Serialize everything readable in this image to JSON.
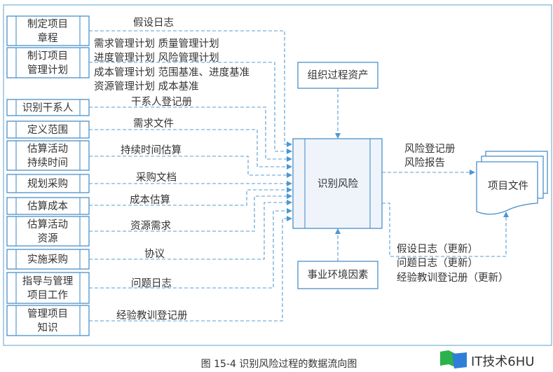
{
  "inputs": [
    {
      "process": [
        "制定项目",
        "章程"
      ],
      "label": [
        "假设日志"
      ]
    },
    {
      "process": [
        "制订项目",
        "管理计划"
      ],
      "label": [
        "需求管理计划 质量管理计划",
        "进度管理计划 风险管理计划",
        "成本管理计划 范围基准、进度基准",
        "资源管理计划 成本基准"
      ]
    },
    {
      "process": [
        "识别干系人"
      ],
      "label": [
        "干系人登记册"
      ]
    },
    {
      "process": [
        "定义范围"
      ],
      "label": [
        "需求文件"
      ]
    },
    {
      "process": [
        "估算活动",
        "持续时间"
      ],
      "label": [
        "持续时间估算"
      ]
    },
    {
      "process": [
        "规划采购"
      ],
      "label": [
        "采购文档"
      ]
    },
    {
      "process": [
        "估算成本"
      ],
      "label": [
        "成本估算"
      ]
    },
    {
      "process": [
        "估算活动",
        "资源"
      ],
      "label": [
        "资源需求"
      ]
    },
    {
      "process": [
        "实施采购"
      ],
      "label": [
        "协议"
      ]
    },
    {
      "process": [
        "指导与管理",
        "项目工作"
      ],
      "label": [
        "问题日志"
      ]
    },
    {
      "process": [
        "管理项目",
        "知识"
      ],
      "label": [
        "经验教训登记册"
      ]
    }
  ],
  "center": {
    "label": "识别风险"
  },
  "top_box": {
    "label": "组织过程资产"
  },
  "bottom_box": {
    "label": "事业环境因素"
  },
  "output": {
    "labels": [
      "风险登记册",
      "风险报告"
    ],
    "target": "项目文件"
  },
  "updates": {
    "labels": [
      "假设日志（更新）",
      "问题日志（更新）",
      "经验教训登记册（更新）"
    ]
  },
  "caption": "图 15-4    识别风险过程的数据流向图",
  "watermark": "IT技术6HU"
}
